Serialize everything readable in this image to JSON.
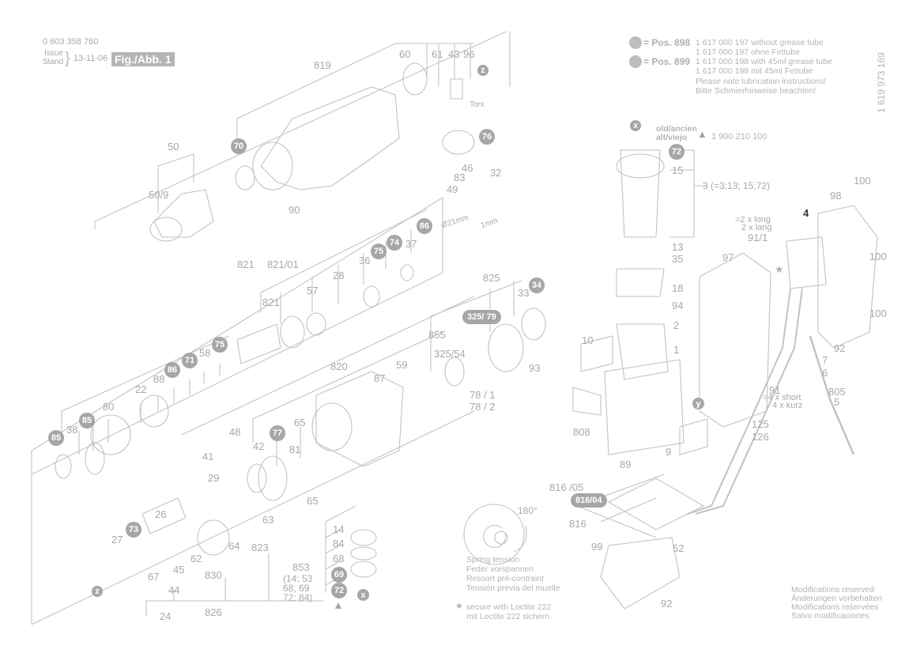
{
  "header": {
    "doc_number": "0 603 358 760",
    "issue_label_1": "Issue",
    "issue_label_2": "Stand",
    "issue_date": "13-11-06",
    "figure_label": "Fig./Abb. 1",
    "side_code": "1 619 973 169"
  },
  "legend": {
    "pos898": {
      "label": "= Pos. 898",
      "line1": "1 617 000 197 without grease tube",
      "line2": "1 617 000 197 ohne Fettube"
    },
    "pos899": {
      "label": "= Pos. 899",
      "line1": "1 617 000 198 with 45ml grease tube",
      "line2": "1 617 000 198 mit 45ml Fettube"
    },
    "lubrication_en": "Please note lubrication instructions!",
    "lubrication_de": "Bitte Schmierhinweise beachten!"
  },
  "armature_note": {
    "old_1": "old/ancien",
    "old_2": "alt/viejo",
    "part_number": "1 900 210 100",
    "assembly": "3 (=3;13; 15;72)"
  },
  "screw_notes": {
    "n91_1_a": "=2 x long",
    "n91_1_b": "2 x lang",
    "n91_a": "=4 x short",
    "n91_b": "4 x kurz"
  },
  "dimensions": {
    "diameter": "Ø21mm",
    "thickness": "1mm"
  },
  "torx_label": "Torx",
  "spring": {
    "angle": "180°",
    "en": "Spring tension",
    "de": "Feder vorspannen",
    "fr": "Ressort pré-contraint",
    "es": "Tensión previa del muelle"
  },
  "loctite": {
    "en": "secure with Loctite 222",
    "de": "mit Loctite 222 sichern"
  },
  "modifications": {
    "en": "Modifications reserved",
    "de": "Änderungen vorbehalten",
    "fr": "Modifications reśervées",
    "es": "Salvo modificaciones"
  },
  "group_853_note": "(14; 53\n68; 69\n72; 84)",
  "group_853_lines": [
    "(14; 53",
    "68; 69",
    "72; 84)"
  ],
  "parts": {
    "p819": "819",
    "p60": "60",
    "p61": "61",
    "p43": "43",
    "p96": "96",
    "p50": "50",
    "p50_9": "50/9",
    "p90": "90",
    "p46": "46",
    "p83": "83",
    "p49": "49",
    "p32": "32",
    "p821a": "821",
    "p821_01": "821/01",
    "p821b": "821",
    "p28": "28",
    "p57": "57",
    "p36": "36",
    "p37": "37",
    "p58": "58",
    "p88": "88",
    "p22": "22",
    "p80": "80",
    "p38": "38",
    "p825": "825",
    "p33": "33",
    "p855": "855",
    "p325_54": "325/54",
    "p93": "93",
    "p78_1": "78 / 1",
    "p78_2": "78 / 2",
    "p820": "820",
    "p87": "87",
    "p59": "59",
    "p65a": "65",
    "p81": "81",
    "p65b": "65",
    "p42": "42",
    "p48": "48",
    "p41": "41",
    "p29": "29",
    "p26": "26",
    "p27": "27",
    "p63": "63",
    "p64": "64",
    "p62": "62",
    "p823": "823",
    "p830": "830",
    "p67": "67",
    "p45": "45",
    "p44": "44",
    "p24": "24",
    "p826": "826",
    "p14": "14",
    "p84": "84",
    "p68": "68",
    "p853": "853",
    "p15": "15",
    "p13": "13",
    "p35": "35",
    "p18": "18",
    "p94": "94",
    "p2": "2",
    "p1": "1",
    "p10": "10",
    "p808": "808",
    "p9": "9",
    "p89": "89",
    "p125": "125",
    "p126": "126",
    "p816_05": "816 /05",
    "p816": "816",
    "p99": "99",
    "p52": "52",
    "p92b": "92",
    "p4": "4",
    "p98": "98",
    "p100a": "100",
    "p100b": "100",
    "p100c": "100",
    "p97": "97",
    "p91_1": "91/1",
    "p92a": "92",
    "p7": "7",
    "p6": "6",
    "p91": "91",
    "p805": "805",
    "p5": "5"
  },
  "badges": {
    "b70": "70",
    "b76": "76",
    "b86a": "86",
    "b74": "74",
    "b75a": "75",
    "b75b": "75",
    "b71": "71",
    "b86b": "86",
    "b85a": "85",
    "b85b": "85",
    "b34": "34",
    "b77": "77",
    "b73": "73",
    "b69": "69",
    "b72a": "72",
    "b72b": "72",
    "bz1": "z",
    "bz2": "z",
    "bx1": "x",
    "bx2": "x",
    "by": "y"
  },
  "pills": {
    "p325_79": "325/ 79",
    "p816_04": "816/04"
  }
}
